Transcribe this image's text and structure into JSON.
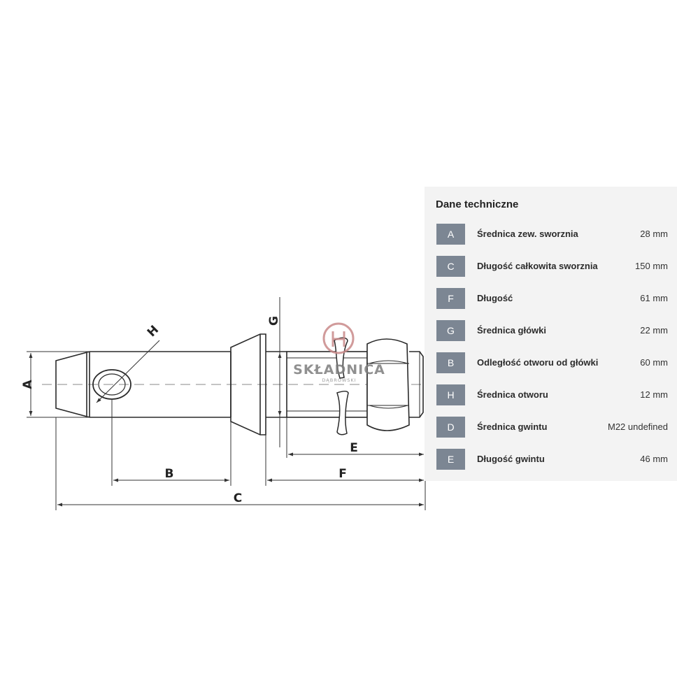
{
  "diagram": {
    "labels": {
      "A": "A",
      "B": "B",
      "C": "C",
      "E": "E",
      "F": "F",
      "G": "G",
      "H": "H"
    },
    "watermark": {
      "name": "SKŁADNICA",
      "subname": "DĄBROWSKI"
    }
  },
  "specs": {
    "title": "Dane techniczne",
    "rows": [
      {
        "code": "A",
        "name": "Średnica zew. sworznia",
        "value": "28 mm"
      },
      {
        "code": "C",
        "name": "Długość całkowita sworznia",
        "value": "150 mm"
      },
      {
        "code": "F",
        "name": "Długość",
        "value": "61 mm"
      },
      {
        "code": "G",
        "name": "Średnica główki",
        "value": "22 mm"
      },
      {
        "code": "B",
        "name": "Odległość otworu od główki",
        "value": "60 mm"
      },
      {
        "code": "H",
        "name": "Średnica otworu",
        "value": "12 mm"
      },
      {
        "code": "D",
        "name": "Średnica gwintu",
        "value": "M22 undefined"
      },
      {
        "code": "E",
        "name": "Długość gwintu",
        "value": "46 mm"
      }
    ]
  },
  "colors": {
    "badge": "#7c8693",
    "panel": "#f3f3f3",
    "line": "#2a2a2a"
  }
}
